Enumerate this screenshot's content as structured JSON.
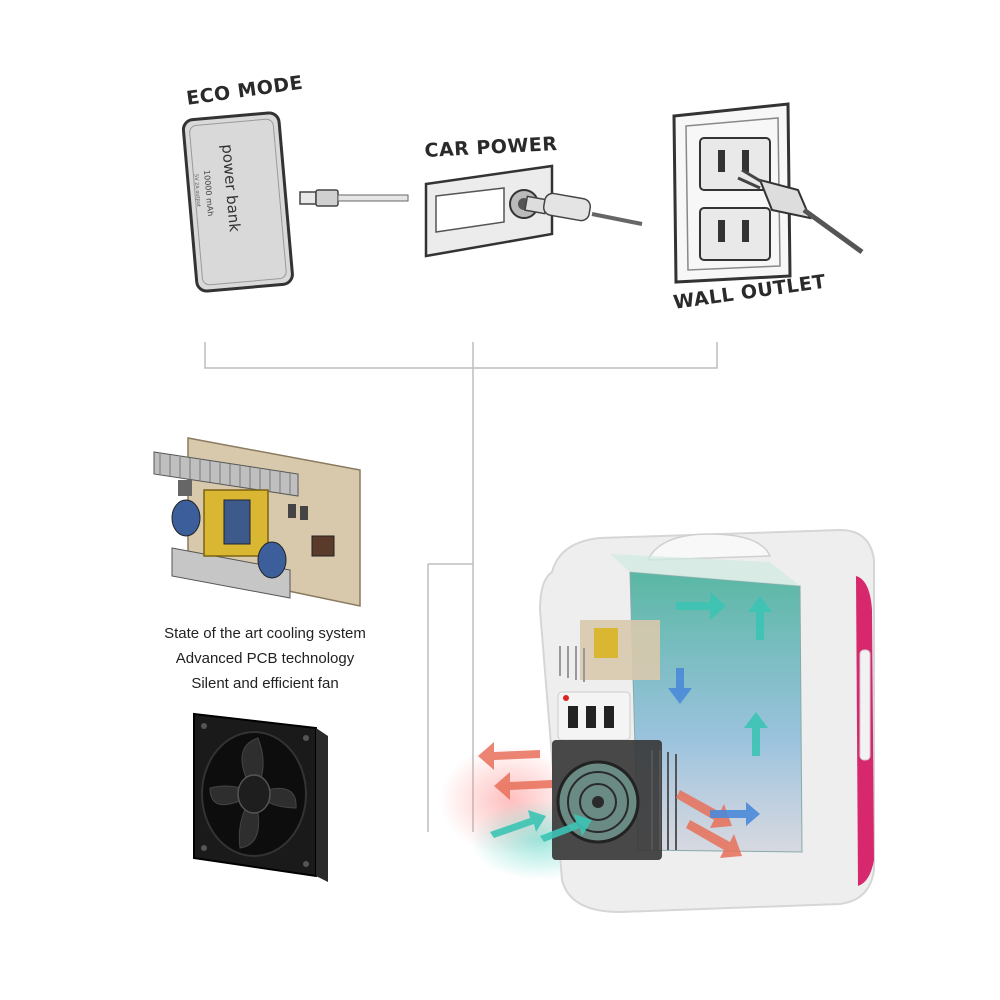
{
  "power_sources": {
    "eco_mode": {
      "label": "ECO MODE",
      "device_text": "power bank",
      "device_sub": "10000 mAh",
      "device_tiny": "5V 2A output"
    },
    "car_power": {
      "label": "CAR POWER"
    },
    "wall_outlet": {
      "label": "WALL OUTLET"
    }
  },
  "features": [
    "State of the art cooling system",
    "Advanced PCB technology",
    "Silent and efficient fan"
  ],
  "icons": [
    "power-bank-icon",
    "usb-cable-icon",
    "car-socket-icon",
    "wall-outlet-icon",
    "pcb-board-icon",
    "cooling-fan-icon",
    "mini-fridge-icon"
  ],
  "colors": {
    "line": "#bdbdbd",
    "fridge_body": "#eeeeee",
    "fridge_accent": "#d8286d",
    "hot_arrow": "#e8705a",
    "cold_arrow": "#3cc4b4"
  }
}
